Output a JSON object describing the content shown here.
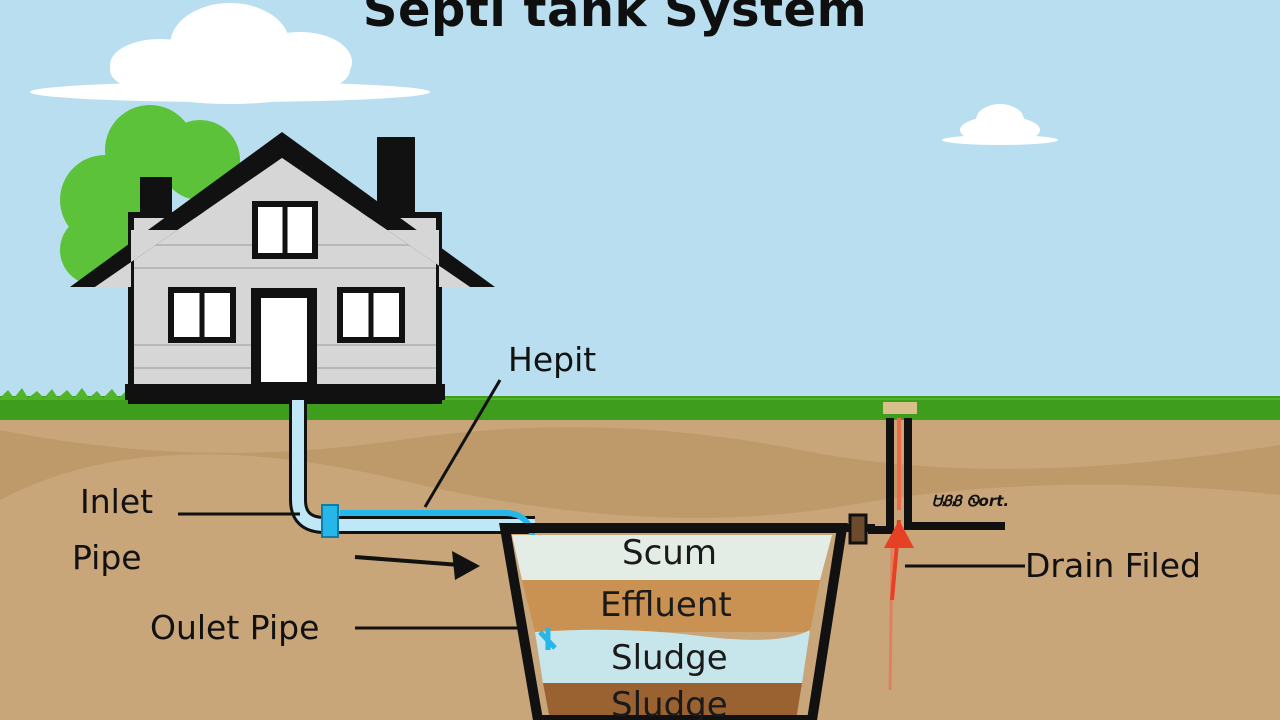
{
  "title": "Septi tank System",
  "labels": {
    "hepit": "Hepit",
    "inlet_pipe_line1": "Inlet",
    "inlet_pipe_line2": "Pipe",
    "outlet_pipe": "Oulet Pipe",
    "drain_field": "Drain Filed",
    "vent_mark": "\u0001\u0001\u0001\u0001"
  },
  "layers": {
    "scum": "Scum",
    "effluent": "Effluent",
    "sludge_upper": "Sludge",
    "sludge_lower": "Sludge"
  },
  "colors": {
    "sky": "#b9def0",
    "grass": "#3f9d1e",
    "soil": "#c9a57a",
    "tank_scum": "#e4ece6",
    "tank_effluent": "#c99253",
    "tank_sludge_upper": "#c7e6ec",
    "tank_sludge_lower": "#9a6231",
    "pipe": "#bfe7f5",
    "water_line": "#27b6e8",
    "house_wall": "#d6d6d6",
    "outline": "#111111",
    "drain_arrow": "#e64025"
  }
}
